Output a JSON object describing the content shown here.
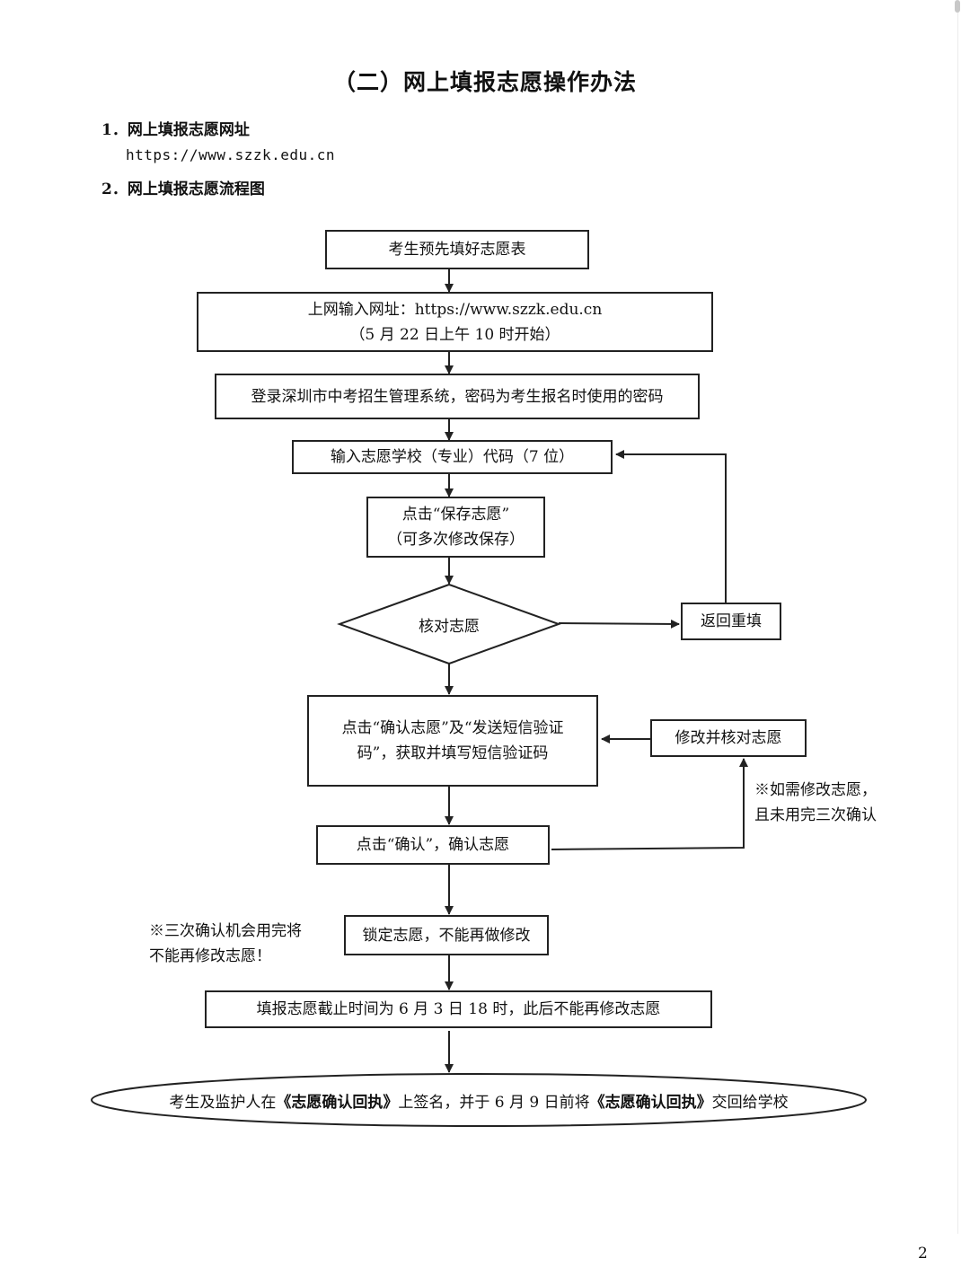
{
  "title": "（二）网上填报志愿操作办法",
  "section1": {
    "heading": "1．网上填报志愿网址",
    "url": "https://www.szzk.edu.cn"
  },
  "section2": {
    "heading": "2．网上填报志愿流程图"
  },
  "flow": {
    "step_prefill": "考生预先填好志愿表",
    "step_visit_line1": "上网输入网址：https://www.szzk.edu.cn",
    "step_visit_line2": "（5 月 22 日上午 10 时开始）",
    "step_login": "登录深圳市中考招生管理系统，密码为考生报名时使用的密码",
    "step_code": "输入志愿学校（专业）代码（7 位）",
    "step_save_line1": "点击“保存志愿”",
    "step_save_line2": "（可多次修改保存）",
    "decision_check": "核对志愿",
    "step_back": "返回重填",
    "step_confirm_sms_line1": "点击“确认志愿”及“发送短信验证",
    "step_confirm_sms_line2": "码”，获取并填写短信验证码",
    "step_modify": "修改并核对志愿",
    "note_modify_line1": "※如需修改志愿，",
    "note_modify_line2": "且未用完三次确认",
    "step_confirm": "点击“确认”，确认志愿",
    "note_lock_line1": "※三次确认机会用完将",
    "note_lock_line2": "不能再修改志愿！",
    "step_lock": "锁定志愿，不能再做修改",
    "step_deadline": "填报志愿截止时间为 6 月 3 日 18 时，此后不能再修改志愿",
    "final": {
      "part1": "考生及监护人在",
      "doc1": "《志愿确认回执》",
      "part2": "上签名，并于 6 月 9 日前将",
      "doc2": "《志愿确认回执》",
      "part3": "交回给学校"
    }
  },
  "page_number": "2",
  "colors": {
    "line": "#222222",
    "text": "#111111",
    "background": "#ffffff"
  }
}
